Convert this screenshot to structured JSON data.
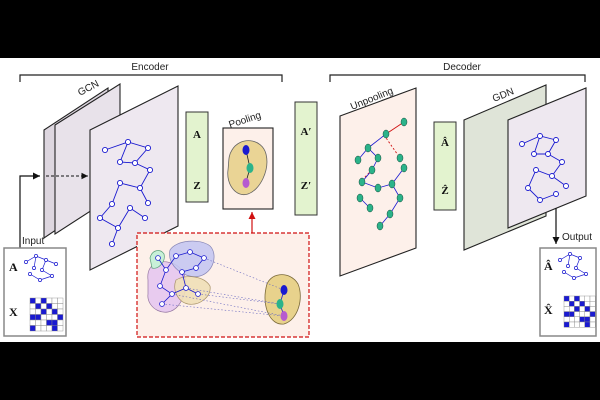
{
  "labels": {
    "encoder": "Encoder",
    "decoder": "Decoder",
    "gcn": "GCN",
    "pooling": "Pooling",
    "unpooling": "Unpooling",
    "gdn": "GDN",
    "input": "Input",
    "output": "Output"
  },
  "encoder_matrices": {
    "a": "A",
    "z": "Z"
  },
  "pooled_matrices": {
    "a": "A′",
    "z": "Z′"
  },
  "decoder_matrices": {
    "a": "Â",
    "z": "Ẑ"
  },
  "input_box": {
    "graph_label": "A",
    "feature_label": "X"
  },
  "output_box": {
    "graph_label": "Â",
    "feature_label": "X̂"
  },
  "colors": {
    "matrix_fill": "#e3f3cf",
    "gcn_panel": "#eee8f0",
    "pool_panel": "#fdf0ea",
    "gdn_panel": "#e2e8dc",
    "node_green": "#2bb38a",
    "node_blue": "#1a1ad0",
    "red_edge": "#e02020"
  }
}
